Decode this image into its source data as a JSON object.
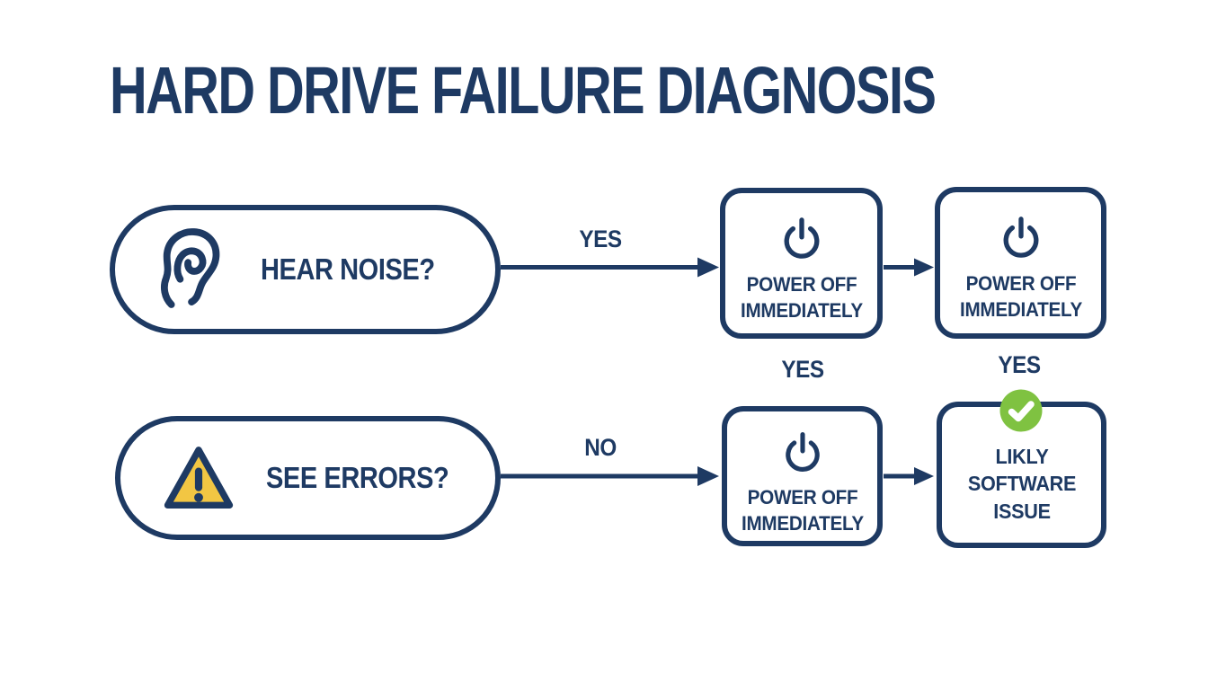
{
  "title": "HARD DRIVE FAILURE DIAGNOSIS",
  "colors": {
    "navy": "#1e3a63",
    "warning_yellow": "#f2c643",
    "success_green": "#7fc241",
    "background": "#ffffff"
  },
  "icons": {
    "row1_question": "ear-icon",
    "row2_question": "warning-triangle-icon",
    "power_boxes": "power-icon",
    "software_box": "check-circle-icon"
  },
  "row1": {
    "question": "HEAR NOISE?",
    "arrow_label": "YES",
    "boxes": [
      {
        "label": "POWER OFF IMMEDIATELY",
        "below_label": "YES"
      },
      {
        "label": "POWER OFF IMMEDIATELY",
        "below_label": "YES"
      }
    ]
  },
  "row2": {
    "question": "SEE ERRORS?",
    "arrow_label": "NO",
    "boxes": [
      {
        "label": "POWER OFF IMMEDIATELY"
      },
      {
        "label": "LIKLY SOFTWARE ISSUE"
      }
    ]
  }
}
